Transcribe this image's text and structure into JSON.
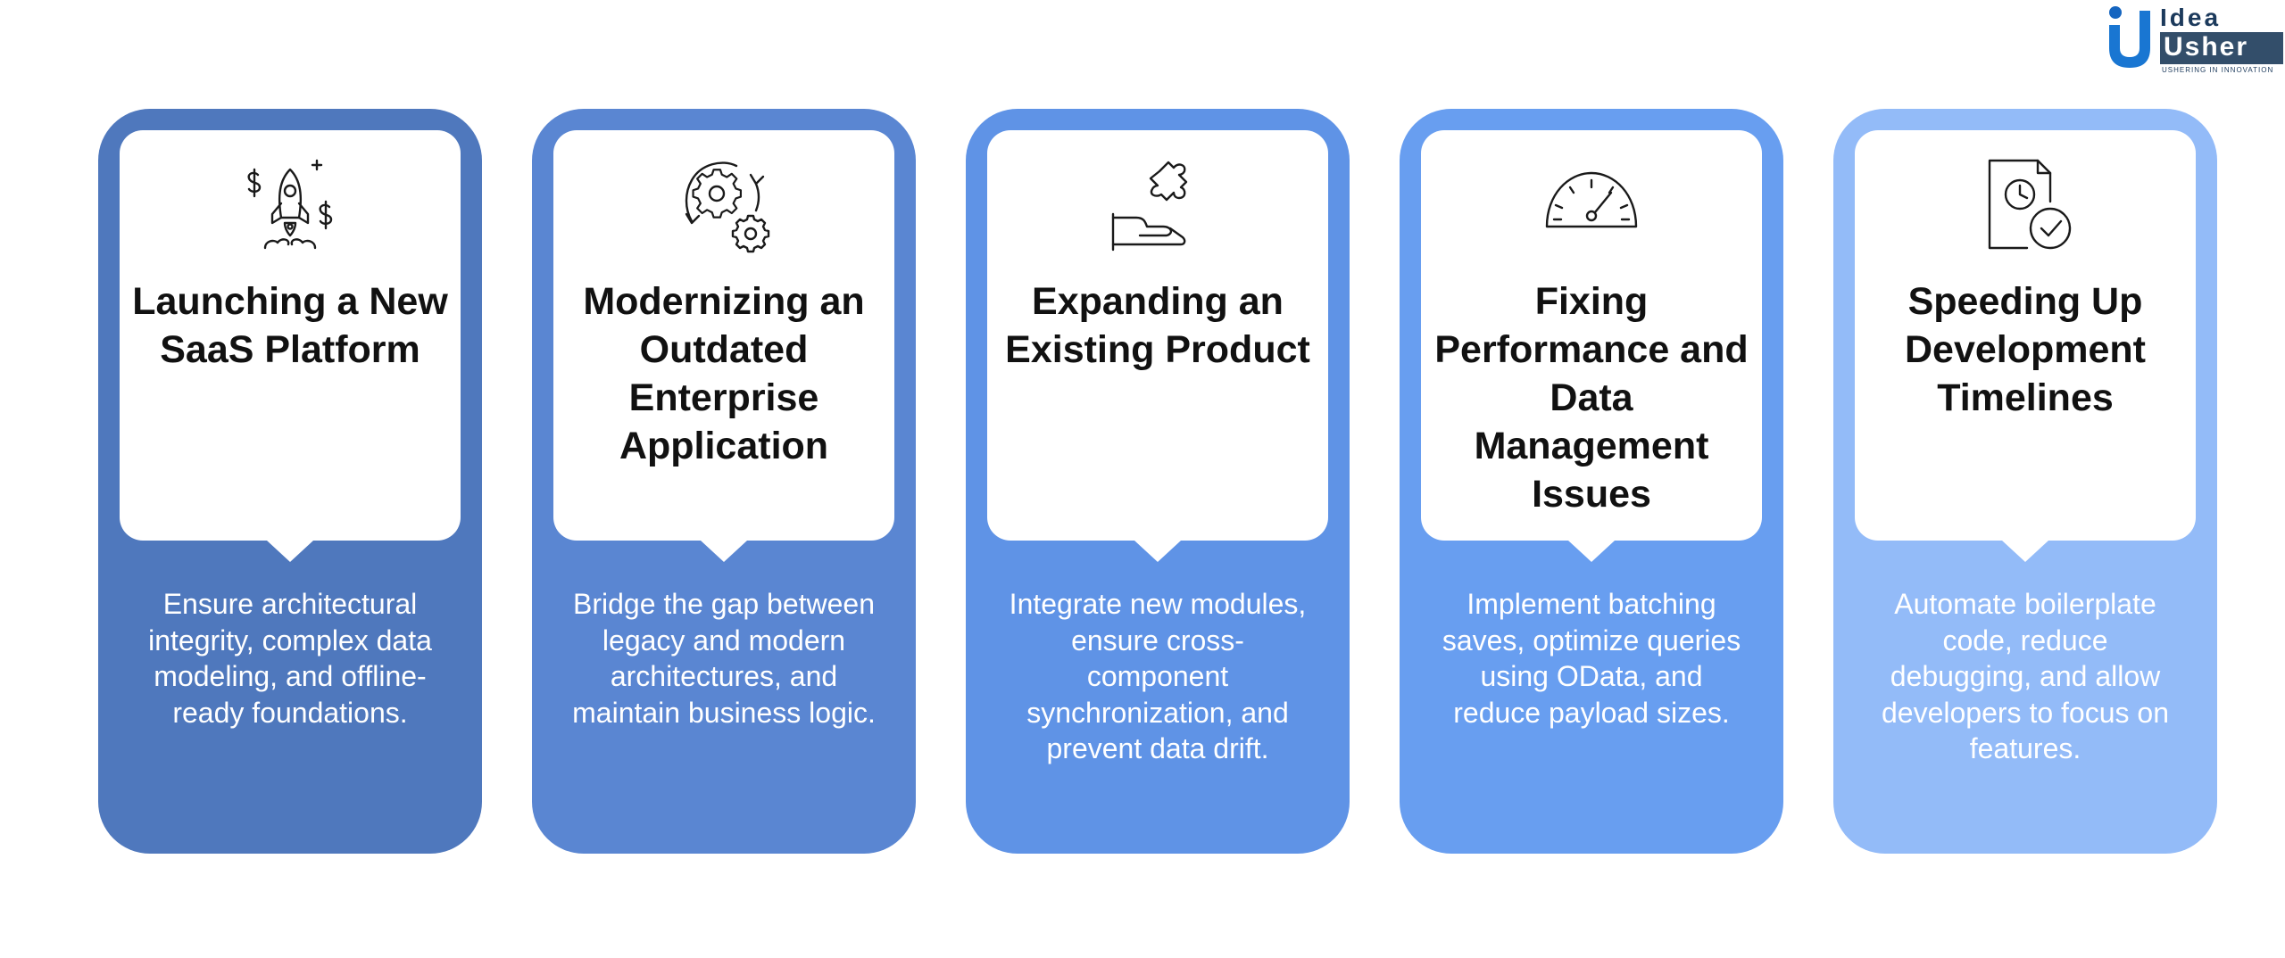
{
  "logo": {
    "line1": "Idea",
    "line2": "Usher",
    "tagline": "USHERING IN INNOVATION"
  },
  "cards": [
    {
      "title": "Launching a New SaaS Platform",
      "description": "Ensure architectural integrity, complex data modeling, and offline-ready foundations.",
      "icon": "rocket-icon",
      "color": "#4f78bd"
    },
    {
      "title": "Modernizing an Outdated Enterprise Application",
      "description": "Bridge the gap between legacy and modern architectures, and maintain business logic.",
      "icon": "gears-refresh-icon",
      "color": "#5a86d2"
    },
    {
      "title": "Expanding an Existing Product",
      "description": "Integrate new modules, ensure cross-component synchronization, and prevent data drift.",
      "icon": "puzzle-hand-icon",
      "color": "#5f93e6"
    },
    {
      "title": "Fixing Performance and Data Management Issues",
      "description": "Implement batching saves, optimize queries using OData, and reduce payload sizes.",
      "icon": "speedometer-icon",
      "color": "#689ef0"
    },
    {
      "title": "Speeding Up Development Timelines",
      "description": "Automate boilerplate code, reduce debugging, and allow developers to focus on features.",
      "icon": "document-clock-icon",
      "color": "#93bbf8"
    }
  ]
}
